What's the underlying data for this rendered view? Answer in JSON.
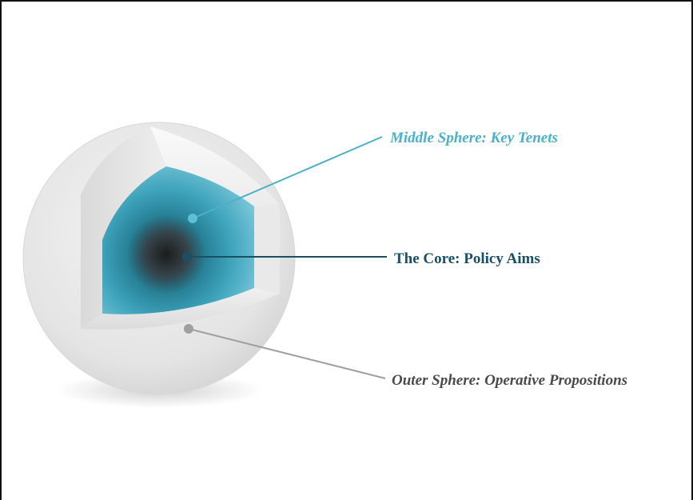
{
  "labels": {
    "middle": "Middle Sphere: Key Tenets",
    "core": "The Core: Policy Aims",
    "outer": "Outer Sphere: Operative Propositions"
  },
  "colors": {
    "middle": "#4cb0c6",
    "core": "#1b4f62",
    "outer": "#4a4a4a",
    "outer_leader": "#a0a0a0",
    "sphere_shell": "#e6e6e6",
    "teal_layer": "#5ec0d6",
    "core_dark": "#2a2a2a"
  }
}
